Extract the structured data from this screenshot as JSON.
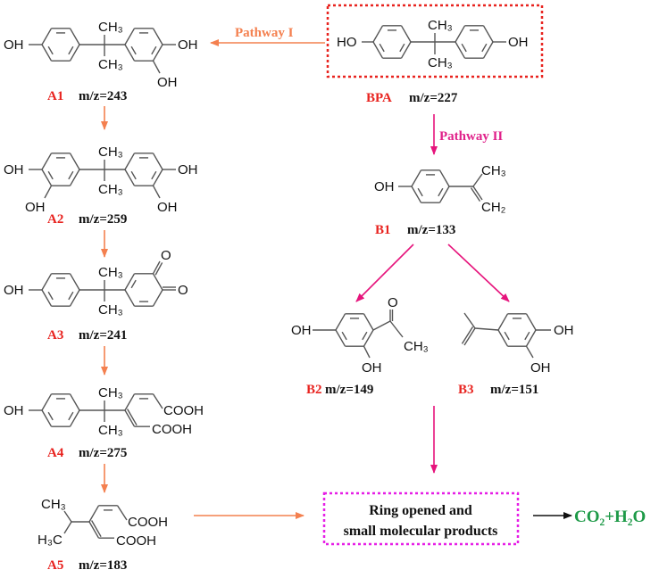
{
  "colors": {
    "pathway_1": "#f4804f",
    "pathway_2": "#e0218a",
    "compound_id": "#e8231f",
    "bpa_box": "#e8231f",
    "product_box": "#e61ee6",
    "final_product": "#1e9a48"
  },
  "pathways": {
    "one": "Pathway I",
    "two": "Pathway II"
  },
  "compounds": {
    "BPA": {
      "id": "BPA",
      "mz": "m/z=227",
      "atoms": [
        "HO",
        "CH₃",
        "CH₃",
        "OH"
      ]
    },
    "A1": {
      "id": "A1",
      "mz": "m/z=243",
      "atoms": [
        "OH",
        "CH₃",
        "CH₃",
        "OH",
        "OH"
      ]
    },
    "A2": {
      "id": "A2",
      "mz": "m/z=259",
      "atoms": [
        "OH",
        "OH",
        "CH₃",
        "CH₃",
        "OH",
        "OH"
      ]
    },
    "A3": {
      "id": "A3",
      "mz": "m/z=241",
      "atoms": [
        "OH",
        "CH₃",
        "CH₃",
        "O",
        "O"
      ]
    },
    "A4": {
      "id": "A4",
      "mz": "m/z=275",
      "atoms": [
        "OH",
        "CH₃",
        "CH₃",
        "COOH",
        "COOH"
      ]
    },
    "A5": {
      "id": "A5",
      "mz": "m/z=183",
      "atoms": [
        "CH₃",
        "H₃C",
        "COOH",
        "COOH"
      ]
    },
    "B1": {
      "id": "B1",
      "mz": "m/z=133",
      "atoms": [
        "OH",
        "CH₃",
        "CH₂"
      ]
    },
    "B2": {
      "id": "B2",
      "mz": "m/z=149",
      "atoms": [
        "OH",
        "O",
        "CH₃",
        "OH"
      ]
    },
    "B3": {
      "id": "B3",
      "mz": "m/z=151",
      "atoms": [
        "OH",
        "OH"
      ]
    }
  },
  "products": {
    "line1": "Ring opened and",
    "line2": "small molecular products",
    "final": "CO₂+H₂O"
  }
}
